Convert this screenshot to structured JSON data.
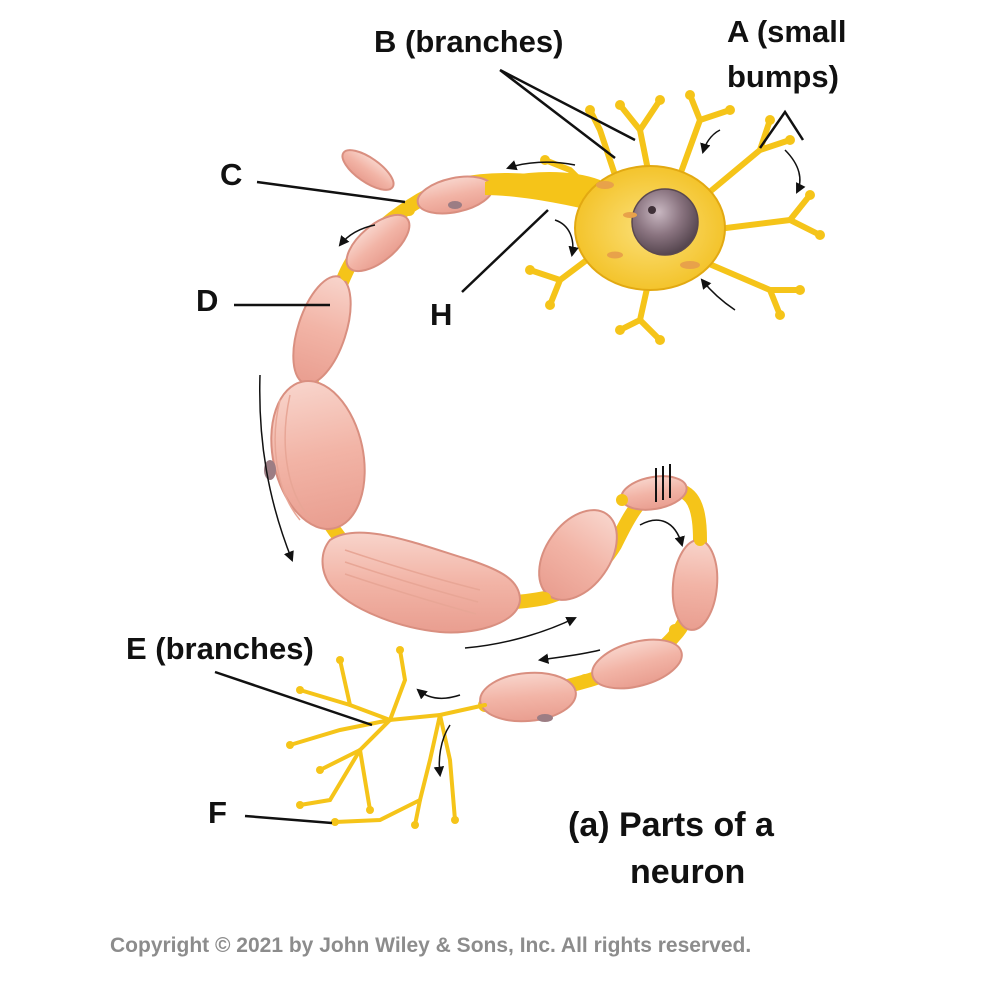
{
  "labels": {
    "a_line1": "A (small",
    "a_line2": "bumps)",
    "b": "B (branches)",
    "c": "C",
    "d": "D",
    "h": "H",
    "e": "E (branches)",
    "f": "F"
  },
  "caption": {
    "line1": "(a) Parts of a",
    "line2": "neuron"
  },
  "copyright": "Copyright © 2021 by John Wiley & Sons, Inc. All rights reserved.",
  "colors": {
    "axon_yellow": "#f5c419",
    "myelin_pink": "#f2b6a8",
    "myelin_edge": "#d98f80",
    "nucleus": "#7a6670",
    "leader_line": "#111111",
    "copyright_gray": "#8c8c8c"
  }
}
